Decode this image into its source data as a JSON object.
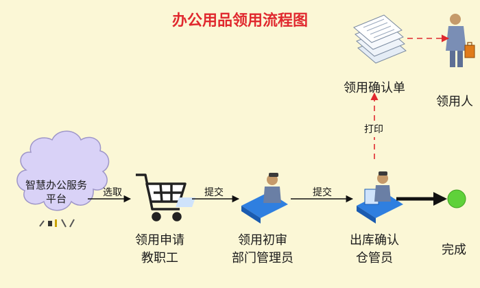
{
  "title": "办公用品领用流程图",
  "nodes": {
    "platform": {
      "line1": "智慧办公服务",
      "line2": "平台"
    },
    "request": {
      "line1": "领用申请",
      "line2": "教职工"
    },
    "review": {
      "line1": "领用初审",
      "line2": "部门管理员"
    },
    "confirm": {
      "line1": "出库确认",
      "line2": "仓管员"
    },
    "done": {
      "line1": "完成"
    },
    "slip": {
      "line1": "领用确认单"
    },
    "person": {
      "line1": "领用人"
    }
  },
  "edges": {
    "select": "选取",
    "submit1": "提交",
    "submit2": "提交",
    "print": "打印"
  },
  "colors": {
    "background": "#fbf7d6",
    "title": "#e0282e",
    "dashed_arrow": "#e0282e",
    "done_circle": "#5fd13a",
    "cloud_fill": "#d9d2f7"
  }
}
